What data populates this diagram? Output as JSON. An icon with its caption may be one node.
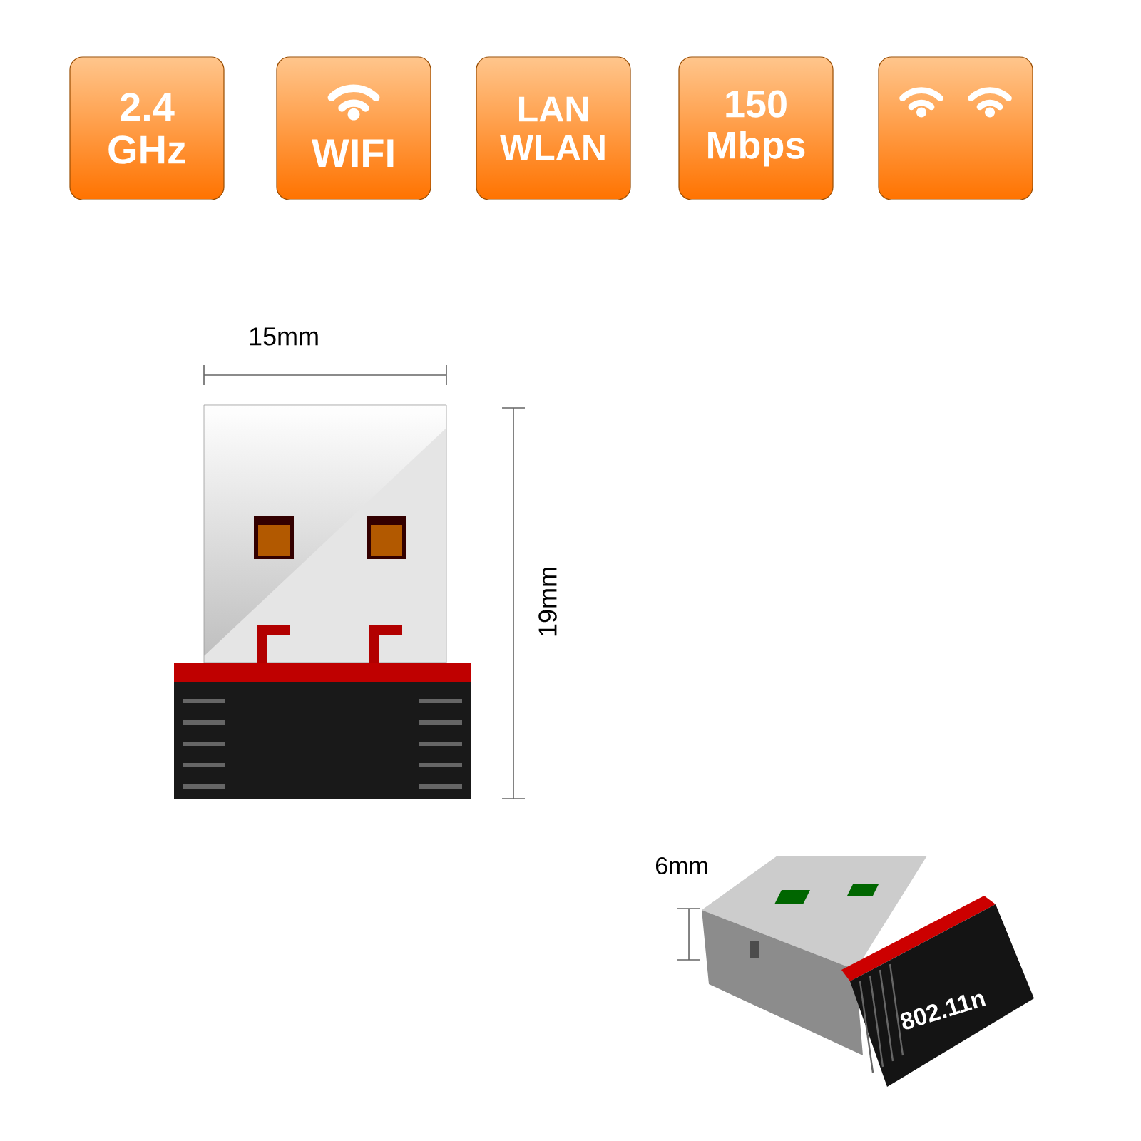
{
  "diagram": {
    "nodes": [
      {
        "text": [
          "2.4 GHz"
        ]
      },
      {
        "text": [
          "WIFI"
        ]
      },
      {
        "text": [
          "LAN WLAN"
        ]
      },
      {
        "text": [
          "150 Mbps"
        ]
      },
      {
        "text": [],
        "shape": "box"
      }
    ],
    "labels": [
      "15mm",
      "19mm",
      "6mm",
      "802.11n"
    ]
  }
}
